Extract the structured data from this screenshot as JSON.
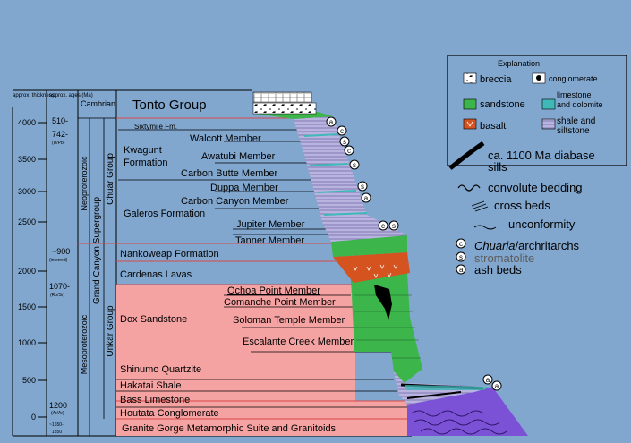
{
  "headers": {
    "thickness": "approx. thickness",
    "ages": "approx. ages (Ma)"
  },
  "thickness_ticks": [
    "4000",
    "3500",
    "3000",
    "2500",
    "2000",
    "1500",
    "1000",
    "500",
    "0"
  ],
  "age_labels": {
    "a510": "510-",
    "a742": "742-",
    "a742_method": "(U/Pb)",
    "a900": "~900",
    "a900_note": "(inferred)",
    "a1070": "1070-",
    "a1070_method": "(Rb/Sr)",
    "a1200": "1200",
    "a1200_method": "(Ar/Ar)",
    "a1650": "~1650-",
    "a1850": "1850"
  },
  "eras": {
    "cambrian": "Cambrian",
    "neoproterozoic": "Neoproterozoic",
    "mesoproterozoic": "Mesoproterozoic",
    "grand_canyon_supergroup": "Grand Canyon Supergroup",
    "chuar_group": "Chuar Group",
    "unkar_group": "Unkar Group"
  },
  "units": {
    "tonto": "Tonto Group",
    "sixtymile": "Sixtymile Fm.",
    "kwagunt": "Kwagunt",
    "kwagunt2": "Formation",
    "walcott": "Walcott Member",
    "awatubi": "Awatubi Member",
    "carbon_butte": "Carbon Butte Member",
    "duppa": "Duppa Member",
    "carbon_canyon": "Carbon Canyon Member",
    "galeros": "Galeros Formation",
    "jupiter": "Jupiter Member",
    "tanner": "Tanner Member",
    "nankoweap": "Nankoweap Formation",
    "cardenas": "Cardenas Lavas",
    "ochoa": "Ochoa Point Member",
    "comanche": "Comanche Point Member",
    "dox": "Dox Sandstone",
    "soloman": "Soloman Temple Member",
    "escalante": "Escalante Creek Member",
    "shinumo": "Shinumo Quartzite",
    "hakatai": "Hakatai Shale",
    "bass": "Bass Limestone",
    "houtata": "Houtata Conglomerate",
    "granite": "Granite Gorge Metamorphic Suite and Granitoids"
  },
  "legend": {
    "title": "Explanation",
    "breccia": "breccia",
    "conglomerate": "conglomerate",
    "sandstone": "sandstone",
    "limestone": "limestone and dolomite",
    "basalt": "basalt",
    "shale": "shale and siltstone",
    "diabase": "ca. 1100 Ma diabase sills",
    "convolute": "convolute bedding",
    "cross": "cross beds",
    "unconformity": "unconformity",
    "chuaria_sym": "c",
    "chuaria_italic": "Chuaria",
    "chuaria_rest": "/archritarchs",
    "strom_sym": "s",
    "stromatolite": "stromatolite",
    "ash_sym": "a",
    "ash": "ash beds"
  },
  "colors": {
    "background": "#81a7cf",
    "sandstone": "#3cb54a",
    "basalt": "#d4531f",
    "dox_pink": "#f5a3a2",
    "shale_purple": "#b9b3e0",
    "limestone_teal": "#3fb8b7",
    "basement_purple": "#7b52d6",
    "highlight": "#f4a0a0"
  }
}
